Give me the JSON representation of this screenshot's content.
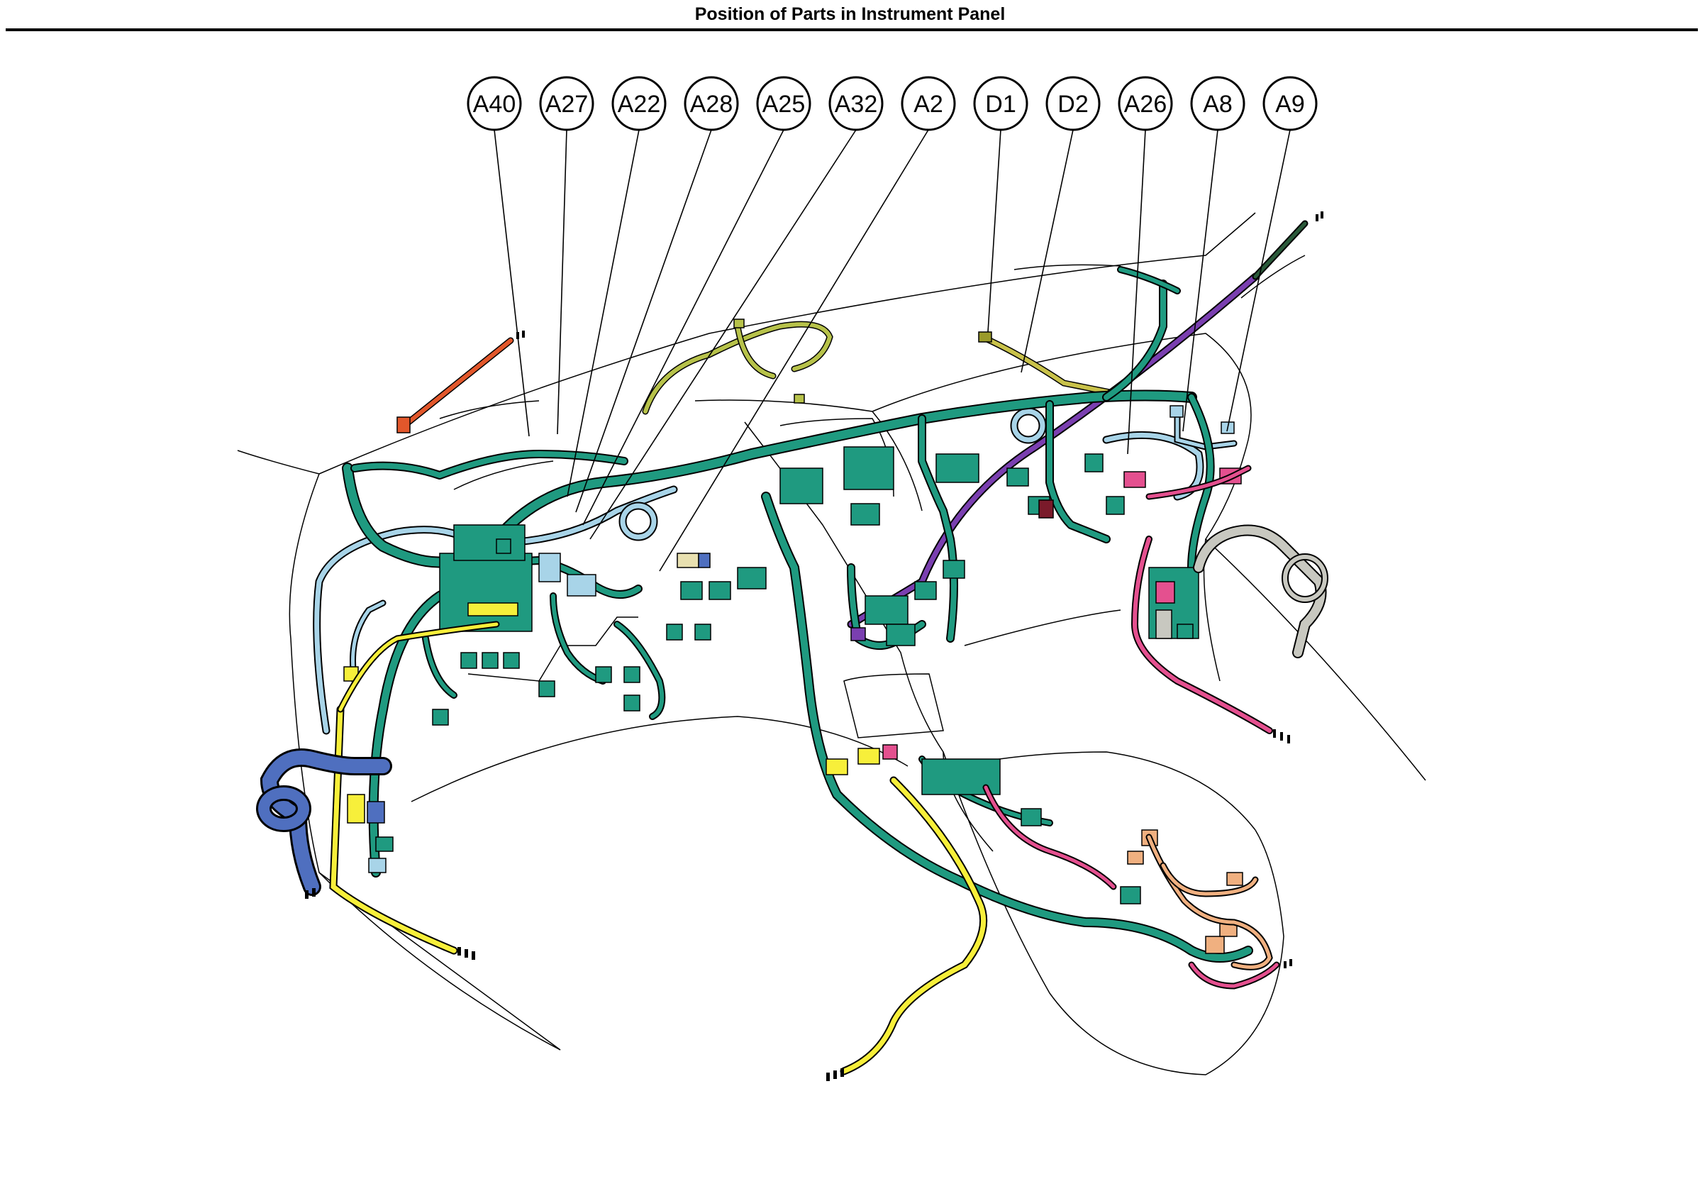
{
  "title": "Position of Parts in Instrument Panel",
  "callouts": [
    {
      "id": "A40",
      "target": [
        746,
        615
      ]
    },
    {
      "id": "A27",
      "target": [
        786,
        612
      ]
    },
    {
      "id": "A22",
      "target": [
        800,
        700
      ]
    },
    {
      "id": "A28",
      "target": [
        812,
        722
      ]
    },
    {
      "id": "A25",
      "target": [
        822,
        740
      ]
    },
    {
      "id": "A32",
      "target": [
        832,
        760
      ]
    },
    {
      "id": "A2",
      "target": [
        930,
        805
      ]
    },
    {
      "id": "D1",
      "target": [
        1393,
        468
      ]
    },
    {
      "id": "D2",
      "target": [
        1440,
        525
      ]
    },
    {
      "id": "A26",
      "target": [
        1590,
        640
      ]
    },
    {
      "id": "A8",
      "target": [
        1668,
        608
      ]
    },
    {
      "id": "A9",
      "target": [
        1730,
        608
      ]
    }
  ],
  "colors": {
    "harness_main": "#1f9a80",
    "harness_light_blue": "#a8d4e8",
    "harness_yellow": "#f7ef3a",
    "harness_blue": "#4f6fbf",
    "harness_orange_red": "#e2572b",
    "harness_purple": "#7a3fb0",
    "harness_pink": "#e4508f",
    "harness_tan": "#f0b080",
    "harness_olive": "#b7c24a",
    "harness_gray": "#c8c8c0",
    "outline": "#000000"
  }
}
